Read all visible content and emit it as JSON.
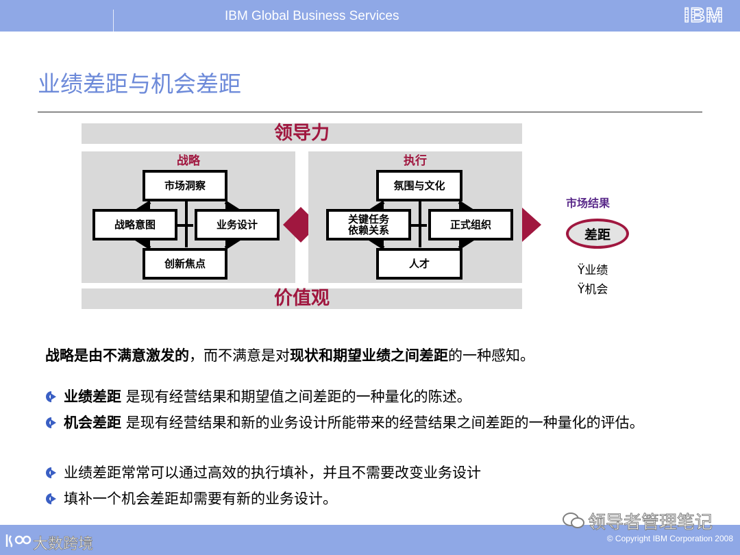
{
  "header": {
    "company": "IBM Global Business Services",
    "logo": "IBM"
  },
  "title": "业绩差距与机会差距",
  "diagram": {
    "top_bar": "领导力",
    "bottom_bar": "价值观",
    "strategy": {
      "label": "战略",
      "boxes": [
        "市场洞察",
        "战略意图",
        "业务设计",
        "创新焦点"
      ]
    },
    "execution": {
      "label": "执行",
      "boxes": [
        "氛围与文化",
        "关键任务依赖关系",
        "正式组织",
        "人才"
      ],
      "key_task_line1": "关键任务",
      "key_task_line2": "依赖关系"
    },
    "result": {
      "label": "市场结果",
      "gap": "差距",
      "items": [
        "Ÿ业绩",
        "Ÿ机会"
      ]
    },
    "colors": {
      "accent": "#a0173f",
      "panel": "#d9d9d9"
    }
  },
  "intro": {
    "part1": "战略是由不满意激发的",
    "part2": "，而不满意是对",
    "part3": "现状和期望业绩之间差距",
    "part4": "的一种感知。"
  },
  "bullets": [
    {
      "bold": "业绩差距",
      "text": " 是现有经营结果和期望值之间差距的一种量化的陈述。"
    },
    {
      "bold": "机会差距",
      "text": " 是现有经营结果和新的业务设计所能带来的经营结果之间差距的一种量化的评估。"
    },
    {
      "bold": "",
      "text": "业绩差距常常可以通过高效的执行填补，并且不需要改变业务设计"
    },
    {
      "bold": "",
      "text": "填补一个机会差距却需要有新的业务设计。"
    }
  ],
  "footer": {
    "copyright": "© Copyright IBM Corporation 2008"
  },
  "watermarks": {
    "wechat": "领导者管理笔记",
    "site": "大数跨境"
  }
}
